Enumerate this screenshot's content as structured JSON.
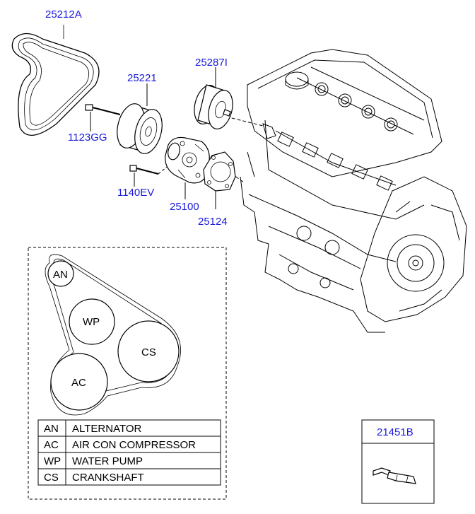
{
  "parts": {
    "belt": "25212A",
    "idler_pulley": "25221",
    "tensioner": "25287I",
    "bolt_a": "1123GG",
    "bolt_b": "1140EV",
    "water_pump": "25100",
    "gasket": "25124",
    "kit": "21451B"
  },
  "belt_diagram": {
    "pulleys": [
      "AN",
      "WP",
      "CS",
      "AC"
    ]
  },
  "legend": [
    {
      "code": "AN",
      "name": "ALTERNATOR"
    },
    {
      "code": "AC",
      "name": "AIR CON COMPRESSOR"
    },
    {
      "code": "WP",
      "name": "WATER PUMP"
    },
    {
      "code": "CS",
      "name": "CRANKSHAFT"
    }
  ],
  "colors": {
    "part_number": "#1a1adc",
    "line": "#000000",
    "background": "#ffffff"
  }
}
